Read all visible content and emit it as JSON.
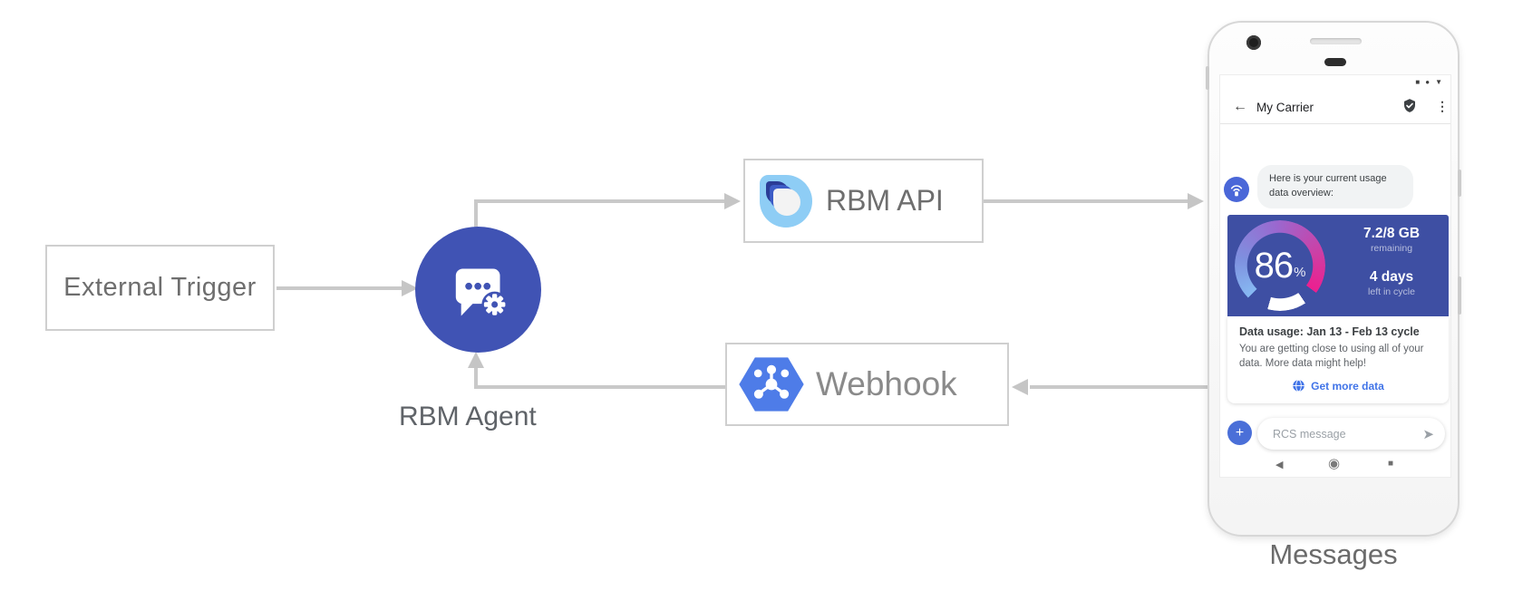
{
  "diagram": {
    "external_trigger": "External Trigger",
    "rbm_agent": "RBM Agent",
    "rbm_api": "RBM API",
    "webhook": "Webhook",
    "phone_caption": "Messages"
  },
  "phone": {
    "status_icons": {
      "square": "■",
      "dot": "●",
      "triangle": "▼"
    },
    "header": {
      "back_icon": "←",
      "title": "My Carrier",
      "menu_icon": "⋮"
    },
    "chat": {
      "agent_message": "Here is your current usage data overview:"
    },
    "usage_card": {
      "percent_value": "86",
      "percent_unit": "%",
      "quota": "7.2/8 GB",
      "quota_caption": "remaining",
      "days_left": "4 days",
      "days_caption": "left in cycle",
      "title": "Data usage: Jan 13 - Feb 13 cycle",
      "description": "You are getting close to using all of your data. More data might help!",
      "action_label": "Get more data"
    },
    "composer": {
      "plus_icon": "+",
      "placeholder": "RCS message",
      "send_icon": "➤"
    },
    "navbar": {
      "back_icon": "◀",
      "home_icon": "◉",
      "overview_icon": "■"
    }
  },
  "colors": {
    "agent_circle_blue": "#4053b4",
    "card_indigo": "#3e4fa3",
    "gauge_gradient_start": "#87b9f2",
    "gauge_gradient_end": "#ec1f8f",
    "action_blue": "#4174e8",
    "avatar_blue": "#4a67d8",
    "hexagon_blue": "#4e7ce8",
    "rbm_logo_light_blue": "#8ecdf5",
    "arrow_gray": "#c9c9c9"
  }
}
